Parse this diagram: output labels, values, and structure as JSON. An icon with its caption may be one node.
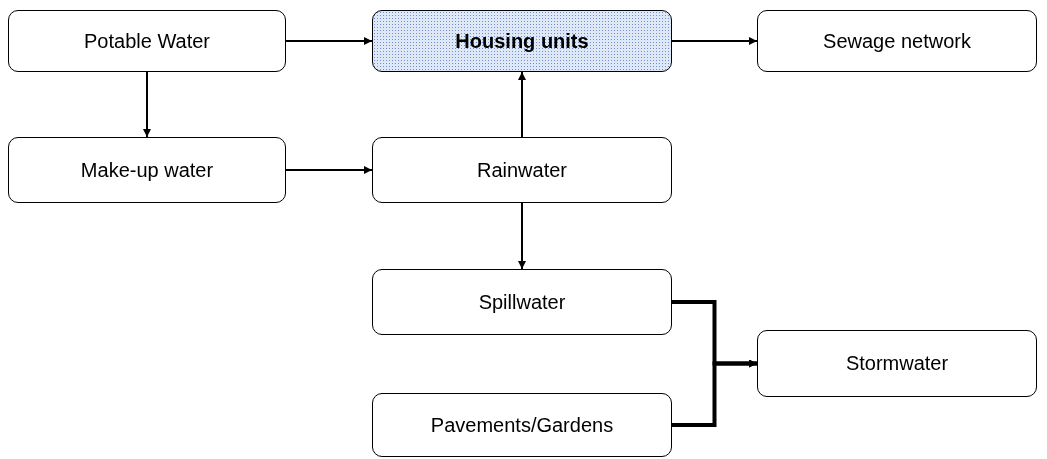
{
  "diagram": {
    "nodes": [
      {
        "text": [
          "Potable Water"
        ]
      },
      {
        "text": [
          "Housing units"
        ]
      },
      {
        "text": [
          "Sewage network"
        ]
      },
      {
        "text": [
          "Make-up water"
        ]
      },
      {
        "text": [
          "Rainwater"
        ]
      },
      {
        "text": [
          "Spillwater"
        ]
      },
      {
        "text": [
          "Stormwater"
        ]
      },
      {
        "text": [
          "Pavements/Gardens"
        ]
      }
    ],
    "edges": [
      {
        "from": 0,
        "to": 1,
        "arrow": "to"
      },
      {
        "from": 1,
        "to": 2,
        "arrow": "to"
      },
      {
        "from": 0,
        "to": 3,
        "arrow": "to"
      },
      {
        "from": 3,
        "to": 4,
        "arrow": "to"
      },
      {
        "from": 4,
        "to": 1,
        "arrow": "to"
      },
      {
        "from": 4,
        "to": 5,
        "arrow": "to"
      },
      {
        "from": 5,
        "to": 6,
        "arrow": "to",
        "style": "thick"
      },
      {
        "from": 7,
        "to": 6,
        "arrow": "to",
        "style": "thick"
      }
    ]
  }
}
